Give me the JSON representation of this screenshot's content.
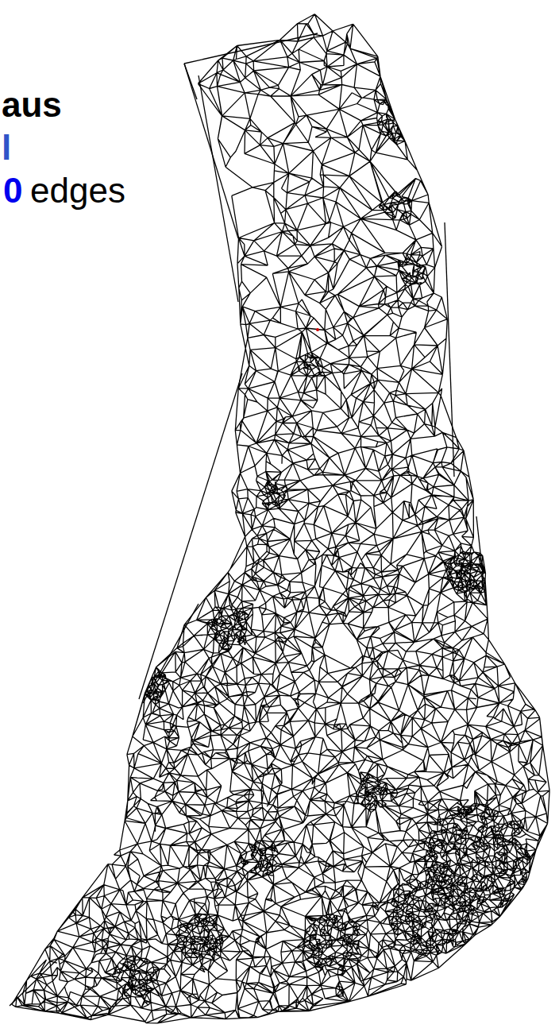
{
  "diagram": {
    "labels": [
      "aus",
      "l",
      "0",
      "edges"
    ]
  }
}
